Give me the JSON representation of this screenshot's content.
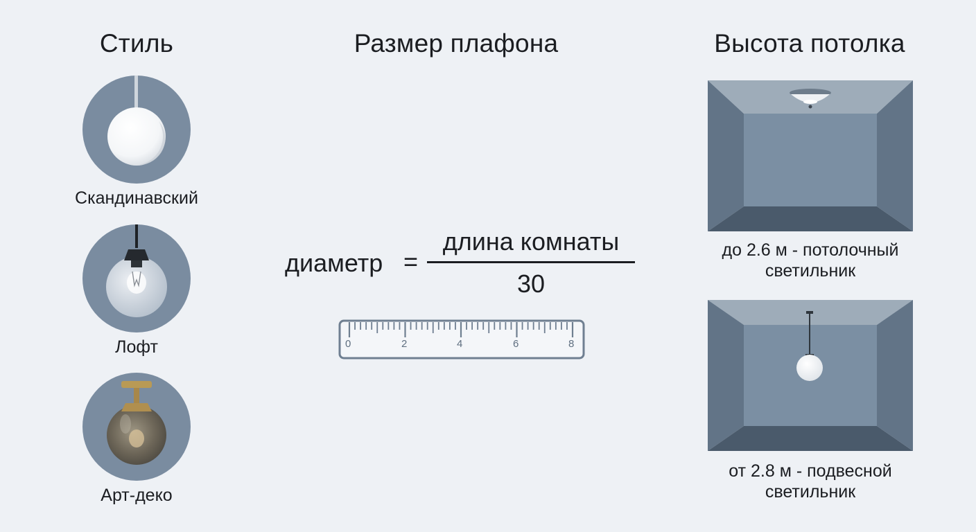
{
  "style_column": {
    "heading": "Стиль",
    "items": [
      {
        "label": "Скандинавский",
        "icon": "scandinavian-lamp-icon"
      },
      {
        "label": "Лофт",
        "icon": "loft-bulb-lamp-icon"
      },
      {
        "label": "Арт-деко",
        "icon": "art-deco-globe-lamp-icon"
      }
    ]
  },
  "size_column": {
    "heading": "Размер плафона",
    "formula": {
      "left": "диаметр",
      "equals": "=",
      "numerator": "длина комнаты",
      "denominator": "30"
    },
    "ruler": {
      "ticks": [
        "0",
        "2",
        "4",
        "6",
        "8"
      ],
      "icon": "ruler-icon"
    }
  },
  "height_column": {
    "heading": "Высота потолка",
    "rooms": [
      {
        "caption_line1": "до 2.6 м - потолочный",
        "caption_line2": "светильник",
        "icon": "ceiling-flush-light-room-icon"
      },
      {
        "caption_line1": "от 2.8 м - подвесной",
        "caption_line2": "светильник",
        "icon": "pendant-light-room-icon"
      }
    ]
  },
  "colors": {
    "background": "#eef1f5",
    "circle": "#7a8ca0",
    "room_back": "#7b8fa3",
    "text": "#1b1d21"
  }
}
